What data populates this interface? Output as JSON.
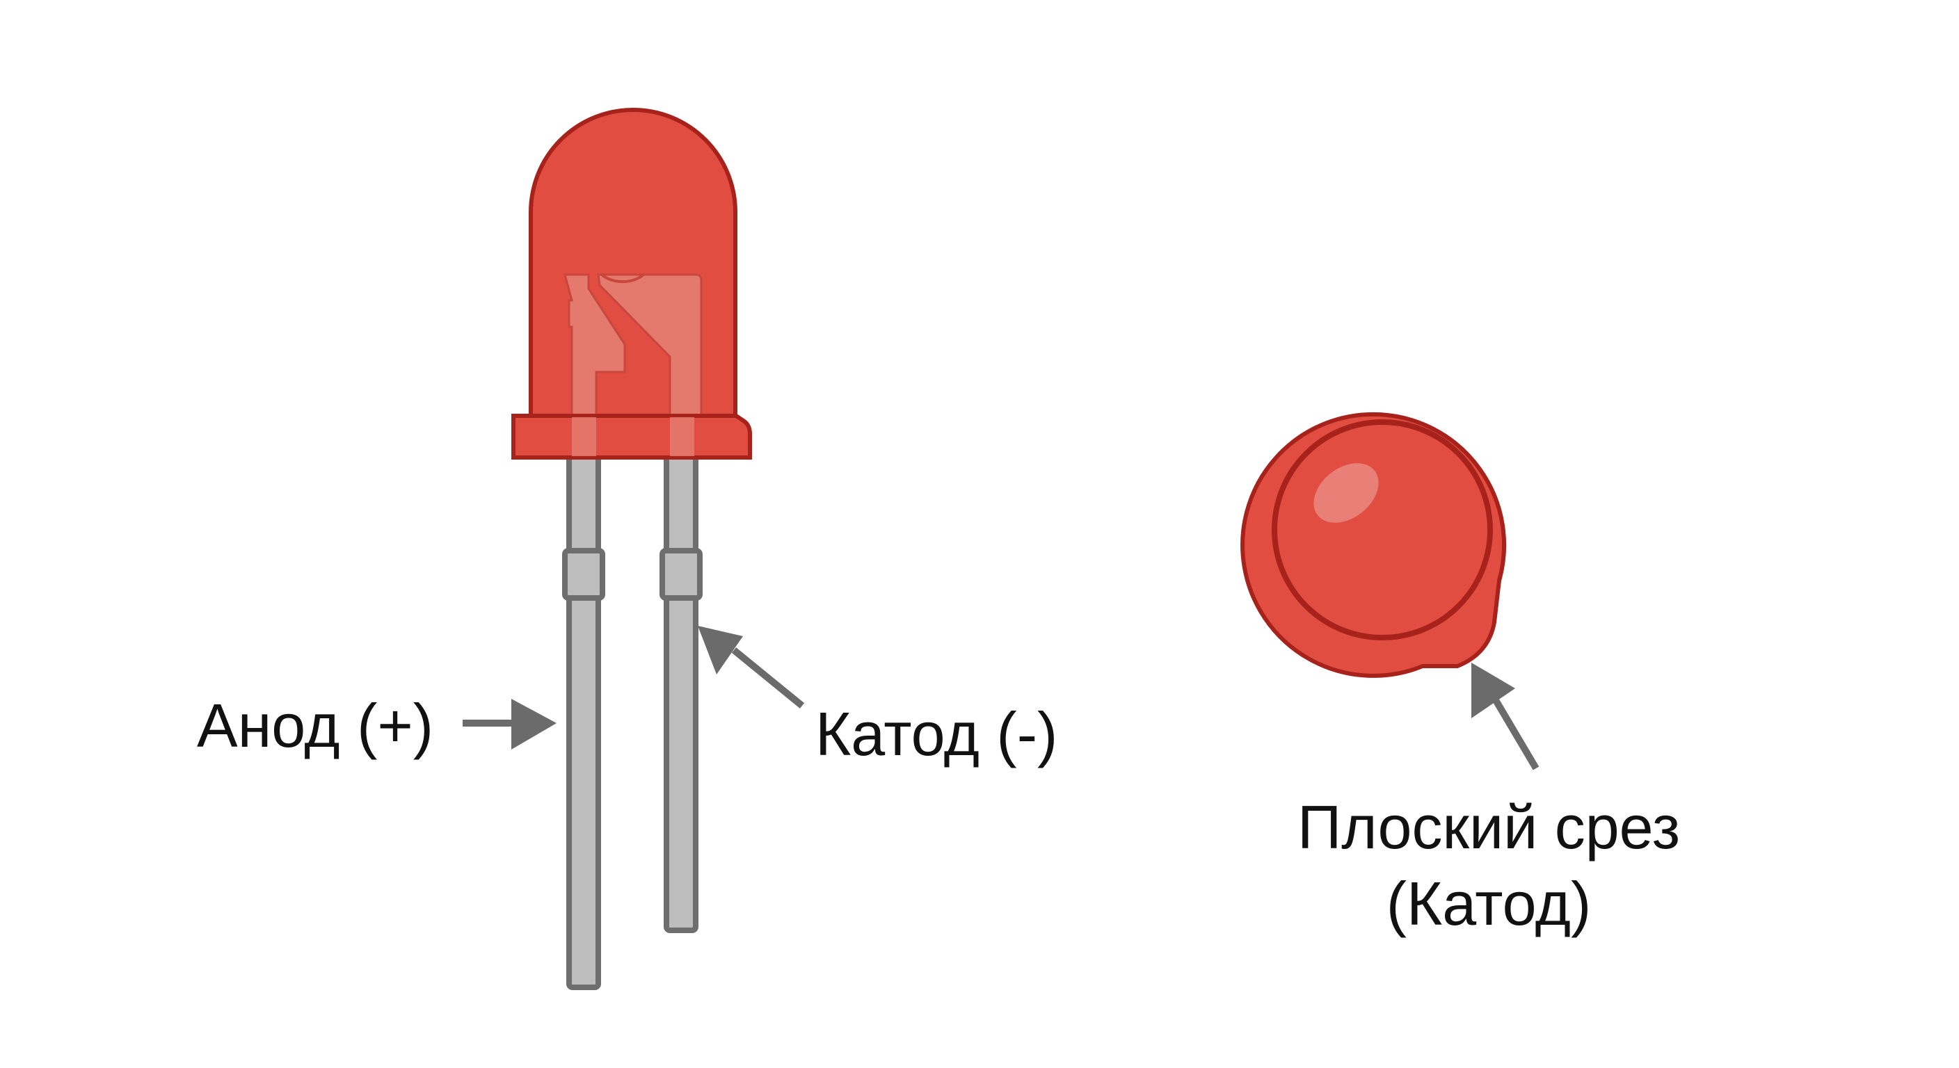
{
  "diagram": {
    "title": "LED polarity identification",
    "labels": {
      "anode": "Анод (+)",
      "cathode": "Катод (-)",
      "flat_cut_line1": "Плоский срез",
      "flat_cut_line2": "(Катод)"
    },
    "components": {
      "side_view": "LED side view (anode long leg, cathode short leg)",
      "top_view": "LED top view with flat cut on cathode side"
    },
    "colors": {
      "led_body": "#E24D42",
      "led_outline": "#A8221C",
      "led_inner_frame": "#E47A6E",
      "leg_fill": "#BDBDBD",
      "leg_outline": "#6E6E6E",
      "arrow": "#6B6B6B",
      "text": "#111111",
      "background": "#FFFFFF"
    }
  }
}
